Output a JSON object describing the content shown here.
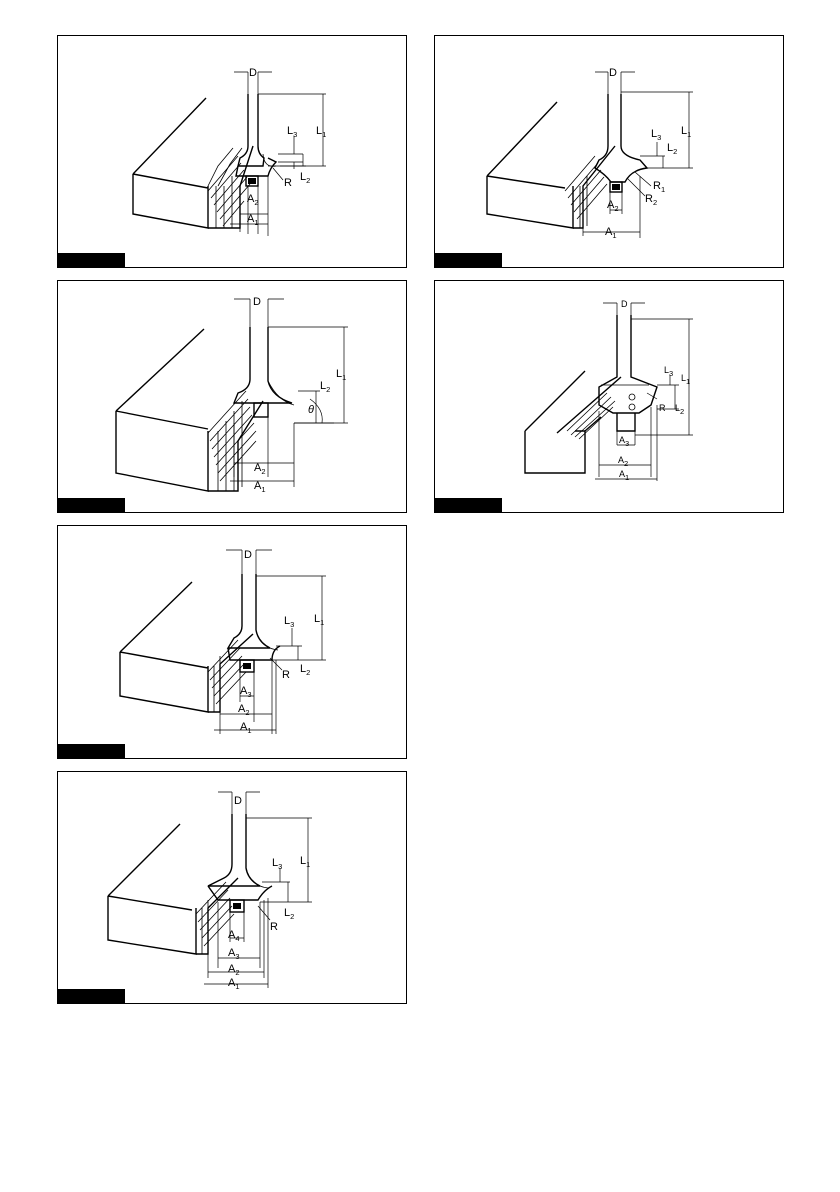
{
  "panels": [
    {
      "id": "fig-1",
      "labels": {
        "D": "D",
        "L1": "L1",
        "L2": "L2",
        "L3": "L3",
        "R": "R",
        "A1": "A1",
        "A2": "A2"
      }
    },
    {
      "id": "fig-2",
      "labels": {
        "D": "D",
        "L1": "L1",
        "L2": "L2",
        "L3": "L3",
        "R1": "R1",
        "R2": "R2",
        "A1": "A1",
        "A2": "A2"
      }
    },
    {
      "id": "fig-3",
      "labels": {
        "D": "D",
        "L1": "L1",
        "L2": "L2",
        "theta": "θ",
        "A1": "A1",
        "A2": "A2"
      }
    },
    {
      "id": "fig-4",
      "labels": {
        "D": "D",
        "L1": "L1",
        "L2": "L2",
        "L3": "L3",
        "R": "R",
        "A1": "A1",
        "A2": "A2",
        "A3": "A3"
      }
    },
    {
      "id": "fig-5",
      "labels": {
        "D": "D",
        "L1": "L1",
        "L2": "L2",
        "L3": "L3",
        "R": "R",
        "A1": "A1",
        "A2": "A2",
        "A3": "A3"
      }
    },
    {
      "id": "fig-6",
      "labels": {
        "D": "D",
        "L1": "L1",
        "L2": "L2",
        "L3": "L3",
        "R": "R",
        "A1": "A1",
        "A2": "A2",
        "A3": "A3",
        "A4": "A4"
      }
    }
  ],
  "colors": {
    "ink": "#000000",
    "paper": "#ffffff"
  }
}
